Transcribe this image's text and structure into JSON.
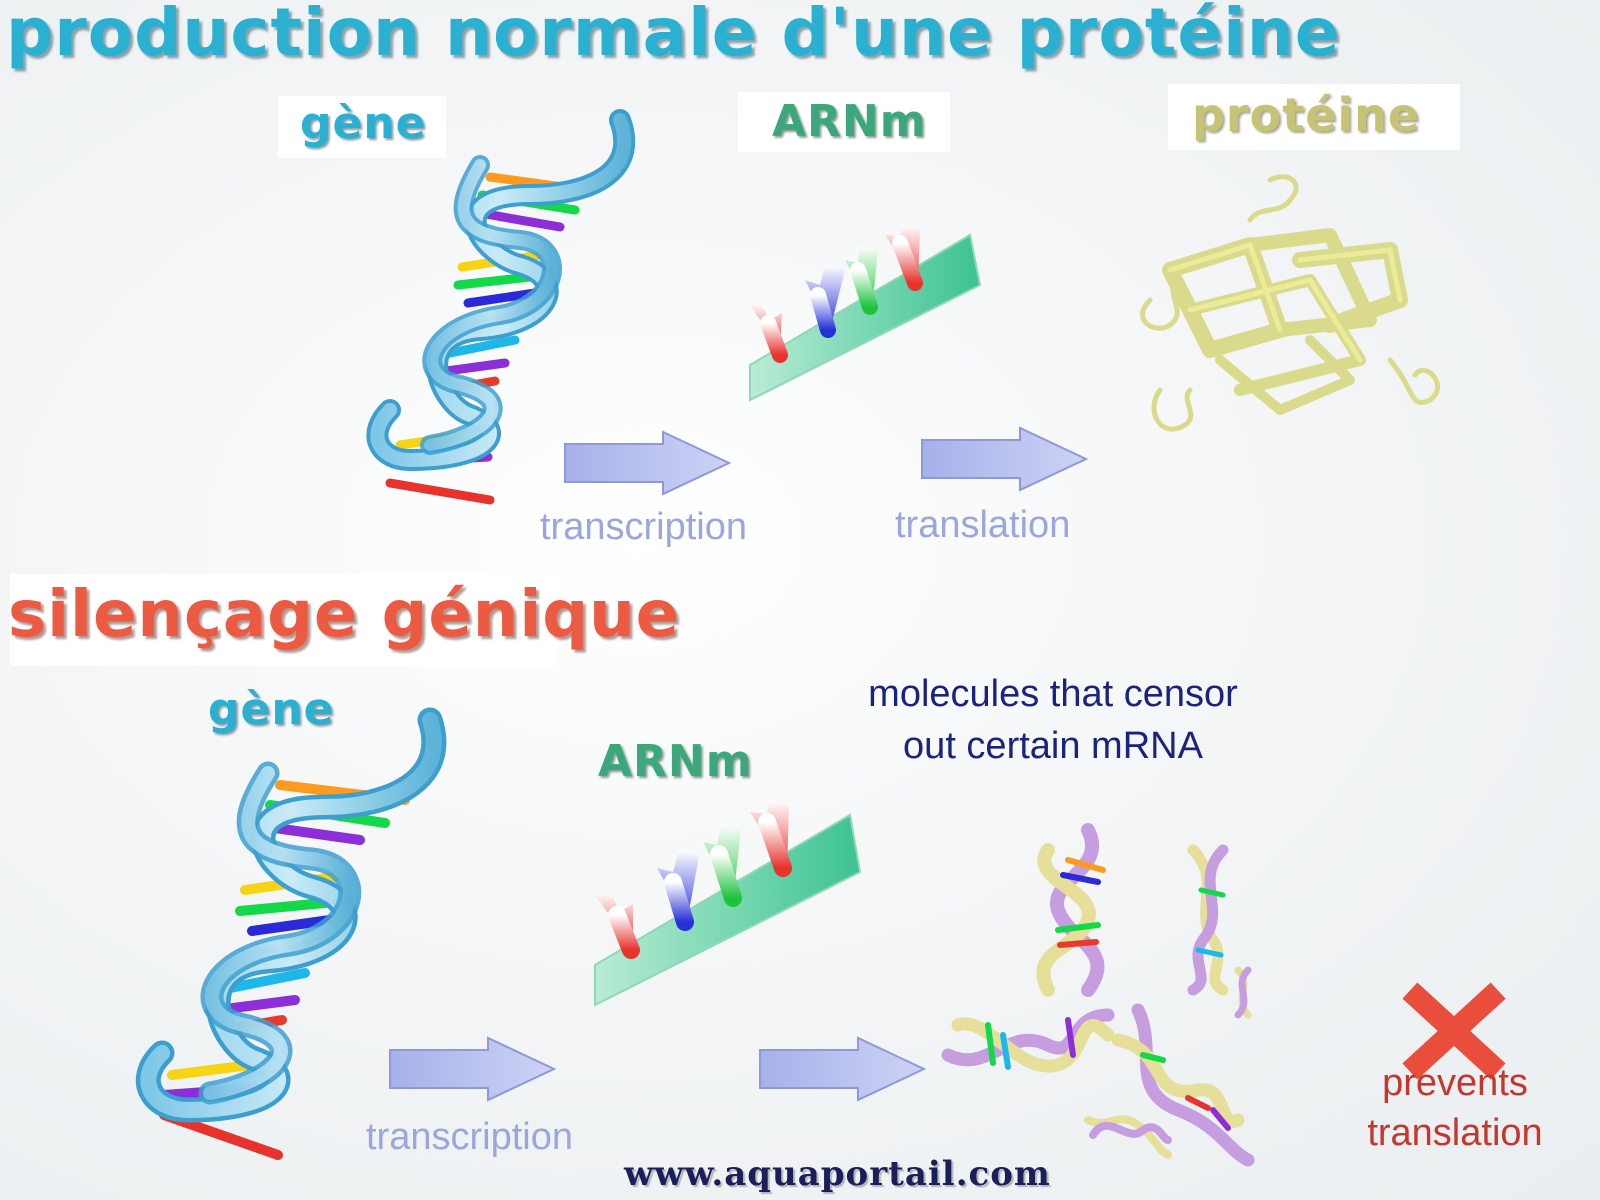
{
  "top": {
    "title": "production normale d'une protéine",
    "gene_label": "gène",
    "arn_label": "ARNm",
    "protein_label": "protéine",
    "step1": "transcription",
    "step2": "translation"
  },
  "bottom": {
    "title": "silençage génique",
    "gene_label": "gène",
    "arn_label": "ARNm",
    "step1": "transcription",
    "molecules_note_line1": "molecules that censor",
    "molecules_note_line2": "out certain mRNA",
    "prevents_line1": "prevents",
    "prevents_line2": "translation"
  },
  "footer": {
    "website": "www.aquaportail.com"
  },
  "colors": {
    "title_blue": "#2ab0d0",
    "arn_green": "#3aa87a",
    "protein_yellow": "#c6c376",
    "silence_red": "#ec5a41",
    "process_text": "#9aa7df",
    "arrow_fill": "#b7bfee",
    "cross_red": "#e94e3c"
  }
}
